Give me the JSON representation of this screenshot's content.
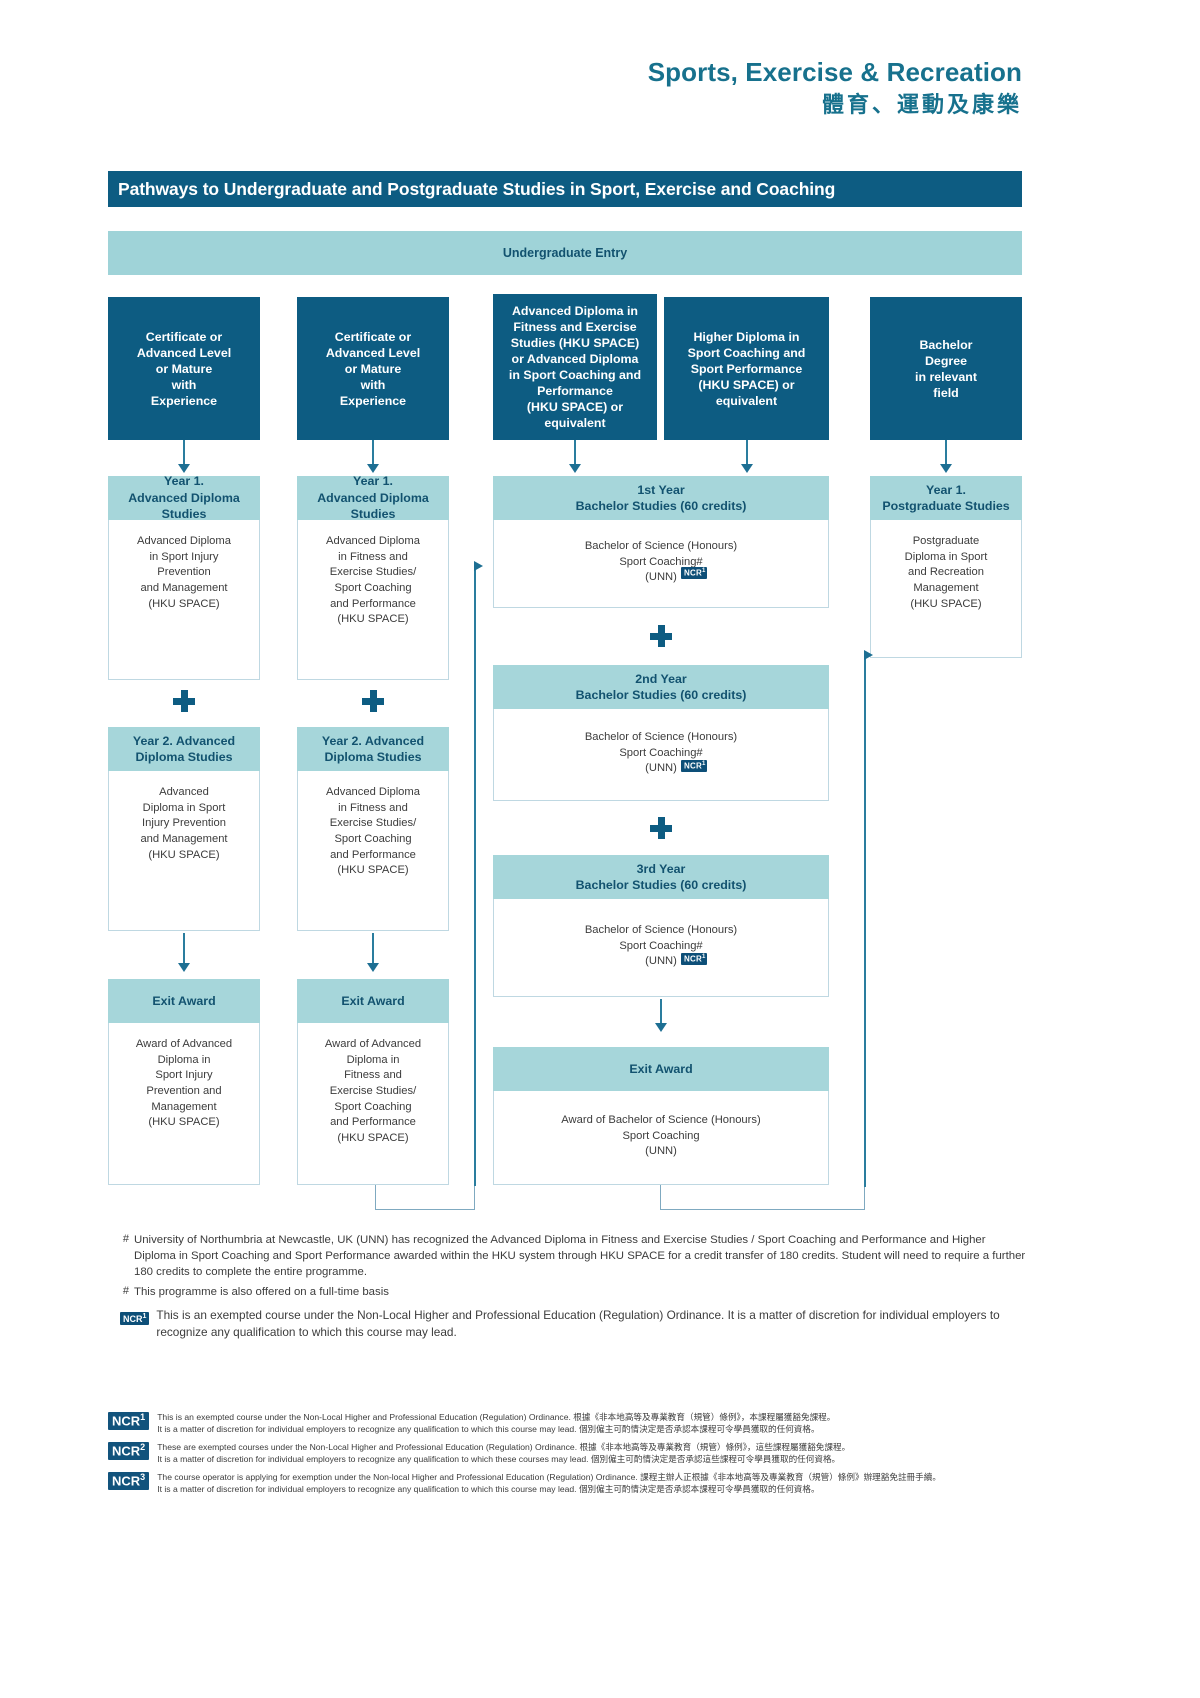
{
  "header": {
    "title_en": "Sports, Exercise & Recreation",
    "title_zh": "體育、運動及康樂"
  },
  "title_bar": "Pathways to Undergraduate and Postgraduate Studies in Sport, Exercise and Coaching",
  "entry_band": "Undergraduate Entry",
  "columns": [
    {
      "id": "col1",
      "entry": "Certificate or\nAdvanced Level\nor Mature\nwith\nExperience",
      "steps": [
        {
          "header": "Year 1.\nAdvanced Diploma\nStudies",
          "body": "Advanced Diploma\nin Sport Injury\nPrevention\nand Management\n(HKU SPACE)"
        },
        {
          "header": "Year 2. Advanced\nDiploma Studies",
          "body": "Advanced\nDiploma in Sport\nInjury Prevention\nand Management\n(HKU SPACE)"
        },
        {
          "header": "Exit Award",
          "body": "Award of Advanced\nDiploma in\nSport Injury\nPrevention and\nManagement\n(HKU SPACE)"
        }
      ]
    },
    {
      "id": "col2",
      "entry": "Certificate or\nAdvanced Level\nor Mature\nwith\nExperience",
      "steps": [
        {
          "header": "Year 1.\nAdvanced Diploma\nStudies",
          "body": "Advanced Diploma\nin Fitness and\nExercise Studies/\nSport Coaching\nand Performance\n(HKU SPACE)"
        },
        {
          "header": "Year 2. Advanced\nDiploma Studies",
          "body": "Advanced Diploma\nin Fitness and\nExercise Studies/\nSport Coaching\nand Performance\n(HKU SPACE)"
        },
        {
          "header": "Exit Award",
          "body": "Award of Advanced\nDiploma in\nFitness and\nExercise Studies/\nSport Coaching\nand Performance\n(HKU SPACE)"
        }
      ]
    },
    {
      "id": "col3",
      "entry": "Advanced Diploma in\nFitness and Exercise\nStudies (HKU SPACE)\nor Advanced Diploma\nin Sport Coaching and\nPerformance\n(HKU SPACE) or\nequivalent",
      "steps": [
        {
          "header": "1st Year\nBachelor Studies (60 credits)",
          "body": "Bachelor of Science (Honours)\nSport Coaching#\n(UNN)",
          "badge": "NCR1"
        },
        {
          "header": "2nd Year\nBachelor Studies (60 credits)",
          "body": "Bachelor of Science (Honours)\nSport Coaching#\n(UNN)",
          "badge": "NCR1"
        },
        {
          "header": "3rd Year\nBachelor Studies (60 credits)",
          "body": "Bachelor of Science (Honours)\nSport Coaching#\n(UNN)",
          "badge": "NCR1"
        },
        {
          "header": "Exit Award",
          "body": "Award of Bachelor of Science (Honours)\nSport Coaching\n(UNN)"
        }
      ]
    },
    {
      "id": "col4",
      "entry": "Higher Diploma in\nSport Coaching and\nSport Performance\n(HKU SPACE) or\nequivalent"
    },
    {
      "id": "col5",
      "entry": "Bachelor\nDegree\nin relevant\nfield",
      "steps": [
        {
          "header": "Year 1.\nPostgraduate Studies",
          "body": "Postgraduate\nDiploma in Sport\nand Recreation\nManagement\n(HKU SPACE)"
        }
      ]
    }
  ],
  "footnotes": [
    {
      "mark": "#",
      "text": "University of Northumbria at Newcastle, UK (UNN) has recognized the Advanced Diploma in Fitness and Exercise Studies / Sport Coaching and Performance and Higher Diploma in Sport Coaching and Sport Performance awarded within the HKU system through HKU SPACE for a credit transfer of 180 credits. Student will need to require a further 180 credits to complete the entire programme."
    },
    {
      "mark": "#",
      "text": "This programme is also offered on a full-time basis"
    }
  ],
  "ncr_note": {
    "badge": "NCR",
    "sup": "1",
    "text": "This is an exempted course under the Non-Local Higher and Professional Education (Regulation) Ordinance. It is a matter of discretion for individual employers to recognize any qualification to which this course may lead."
  },
  "ncr_table": [
    {
      "badge": "NCR",
      "sup": "1",
      "line1": "This is an exempted course under the Non-Local Higher and Professional Education (Regulation) Ordinance. 根據《非本地高等及專業教育（規管）條例》，本課程屬獲豁免課程。",
      "line2": "It is a matter of discretion for individual employers to recognize any qualification to which this course may lead. 個別僱主可酌情決定是否承認本課程可令學員獲取的任何資格。"
    },
    {
      "badge": "NCR",
      "sup": "2",
      "line1": "These are exempted courses under the Non-Local Higher and Professional Education (Regulation) Ordinance. 根據《非本地高等及專業教育（規管）條例》，這些課程屬獲豁免課程。",
      "line2": "It is a matter of discretion for individual employers to recognize any qualification to which these courses may lead. 個別僱主可酌情決定是否承認這些課程可令學員獲取的任何資格。"
    },
    {
      "badge": "NCR",
      "sup": "3",
      "line1": "The course operator is applying for exemption under the Non-local Higher and Professional Education (Regulation) Ordinance. 課程主辦人正根據《非本地高等及專業教育（規管）條例》辦理豁免註冊手續。",
      "line2": "It is a matter of discretion for individual employers to recognize any qualification to which this course may lead. 個別僱主可酌情決定是否承認本課程可令學員獲取的任何資格。"
    }
  ],
  "colors": {
    "dark_blue": "#0d5c82",
    "teal": "#9fd3d8",
    "navy_text": "#12526f",
    "heading_teal": "#17718d"
  }
}
